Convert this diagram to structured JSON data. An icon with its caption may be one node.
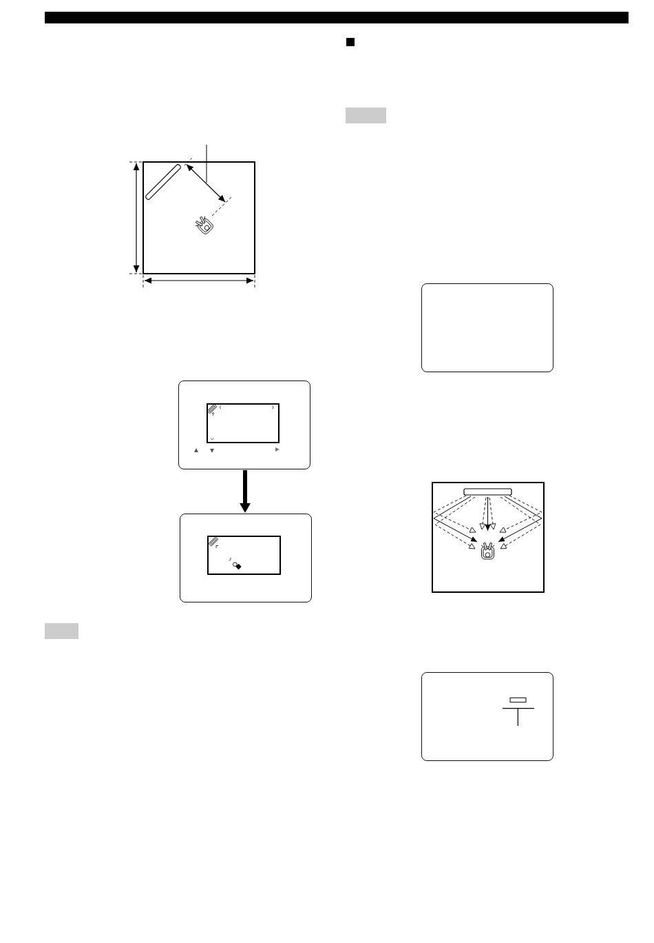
{
  "diagram": {
    "nodes": [
      {
        "text": [],
        "shape": "box"
      },
      {
        "text": [],
        "shape": "box"
      },
      {
        "text": [],
        "shape": "box"
      },
      {
        "text": [],
        "shape": "box"
      }
    ],
    "edges": [
      {
        "from": 0,
        "to": 1,
        "arrow": "to"
      }
    ]
  }
}
